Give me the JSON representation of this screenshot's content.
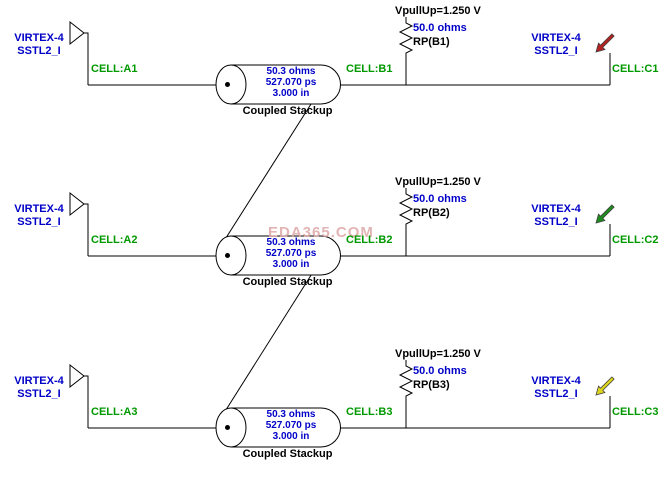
{
  "watermark": "EDA365.COM",
  "colors": {
    "net": "#000000",
    "label_blue": "#0000c8",
    "label_green": "#009900",
    "watermark": "#dfa8a8"
  },
  "rows": [
    {
      "driver": {
        "part": "VIRTEX-4",
        "model": "SSTL2_I"
      },
      "cell_a": "CELL:A1",
      "tline": {
        "impedance": "50.3 ohms",
        "delay": "527.070 ps",
        "length": "3.000 in",
        "stackup": "Coupled Stackup"
      },
      "cell_b": "CELL:B1",
      "pullup": {
        "label": "VpullUp=1.250 V",
        "resistance": "50.0 ohms",
        "name": "RP(B1)"
      },
      "receiver": {
        "part": "VIRTEX-4",
        "model": "SSTL2_I",
        "probe_color": "#b22222"
      },
      "cell_c": "CELL:C1"
    },
    {
      "driver": {
        "part": "VIRTEX-4",
        "model": "SSTL2_I"
      },
      "cell_a": "CELL:A2",
      "tline": {
        "impedance": "50.3 ohms",
        "delay": "527.070 ps",
        "length": "3.000 in",
        "stackup": "Coupled Stackup"
      },
      "cell_b": "CELL:B2",
      "pullup": {
        "label": "VpullUp=1.250 V",
        "resistance": "50.0 ohms",
        "name": "RP(B2)"
      },
      "receiver": {
        "part": "VIRTEX-4",
        "model": "SSTL2_I",
        "probe_color": "#1e8b1e"
      },
      "cell_c": "CELL:C2"
    },
    {
      "driver": {
        "part": "VIRTEX-4",
        "model": "SSTL2_I"
      },
      "cell_a": "CELL:A3",
      "tline": {
        "impedance": "50.3 ohms",
        "delay": "527.070 ps",
        "length": "3.000 in",
        "stackup": "Coupled Stackup"
      },
      "cell_b": "CELL:B3",
      "pullup": {
        "label": "VpullUp=1.250 V",
        "resistance": "50.0 ohms",
        "name": "RP(B3)"
      },
      "receiver": {
        "part": "VIRTEX-4",
        "model": "SSTL2_I",
        "probe_color": "#ddd41c"
      },
      "cell_c": "CELL:C3"
    }
  ]
}
